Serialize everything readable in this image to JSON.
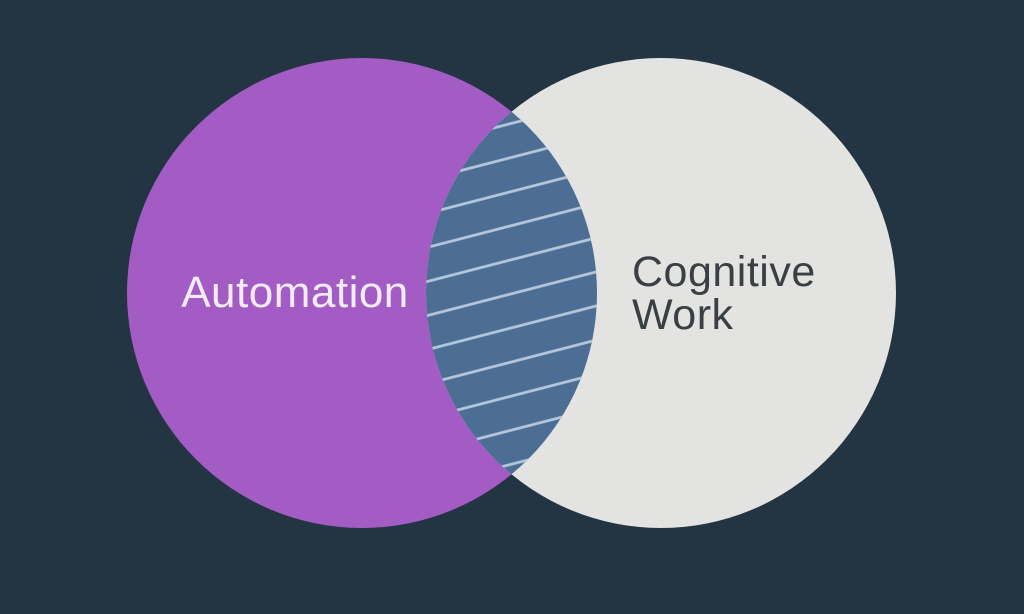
{
  "diagram": {
    "type": "venn",
    "background_color": "#233442",
    "sets": [
      {
        "label": "Automation",
        "color": "#a45cc5",
        "text_color": "#f2ecf7"
      },
      {
        "label": "Cognitive Work",
        "lines": [
          "Cognitive",
          "Work"
        ],
        "color": "#e3e3e1",
        "text_color": "#3a3f44"
      }
    ],
    "intersection": {
      "color": "#4c6d94",
      "hatch_color": "#b3c6da"
    }
  }
}
